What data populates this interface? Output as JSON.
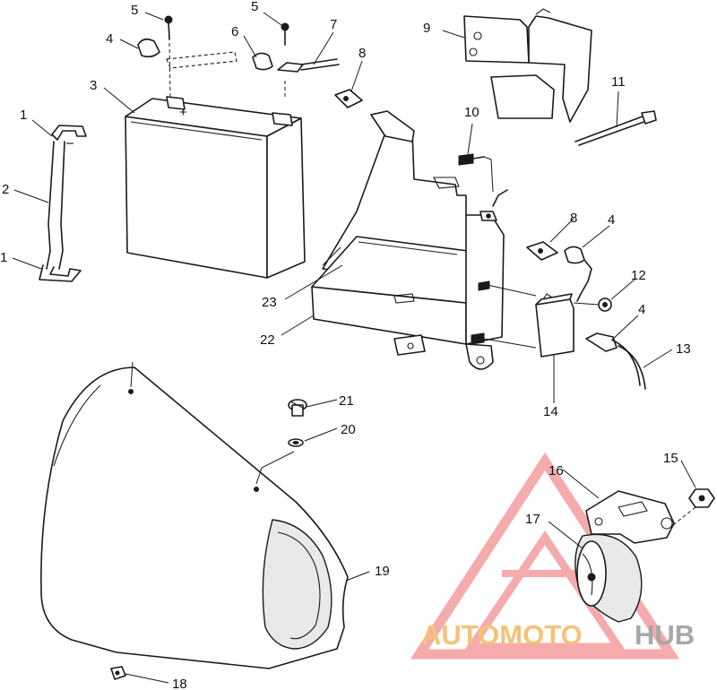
{
  "diagram": {
    "callouts": [
      {
        "id": "c1a",
        "text": "1"
      },
      {
        "id": "c1b",
        "text": "1"
      },
      {
        "id": "c2",
        "text": "2"
      },
      {
        "id": "c3",
        "text": "3"
      },
      {
        "id": "c4a",
        "text": "4"
      },
      {
        "id": "c4b",
        "text": "4"
      },
      {
        "id": "c4c",
        "text": "4"
      },
      {
        "id": "c5a",
        "text": "5"
      },
      {
        "id": "c5b",
        "text": "5"
      },
      {
        "id": "c6",
        "text": "6"
      },
      {
        "id": "c7",
        "text": "7"
      },
      {
        "id": "c8a",
        "text": "8"
      },
      {
        "id": "c8b",
        "text": "8"
      },
      {
        "id": "c9",
        "text": "9"
      },
      {
        "id": "c10",
        "text": "10"
      },
      {
        "id": "c11",
        "text": "11"
      },
      {
        "id": "c12",
        "text": "12"
      },
      {
        "id": "c13",
        "text": "13"
      },
      {
        "id": "c14",
        "text": "14"
      },
      {
        "id": "c15",
        "text": "15"
      },
      {
        "id": "c16",
        "text": "16"
      },
      {
        "id": "c17",
        "text": "17"
      },
      {
        "id": "c18",
        "text": "18"
      },
      {
        "id": "c19",
        "text": "19"
      },
      {
        "id": "c20",
        "text": "20"
      },
      {
        "id": "c21",
        "text": "21"
      },
      {
        "id": "c22",
        "text": "22"
      },
      {
        "id": "c23",
        "text": "23"
      }
    ]
  },
  "watermark": {
    "word1": "AUTOMOTO",
    "word2": "HUB",
    "color_primary": "#f4a3a3",
    "color_secondary": "#f5c27a",
    "color_text_dark": "#a7a7a7"
  },
  "colors": {
    "ink": "#1a1a1a",
    "background": "#ffffff"
  }
}
